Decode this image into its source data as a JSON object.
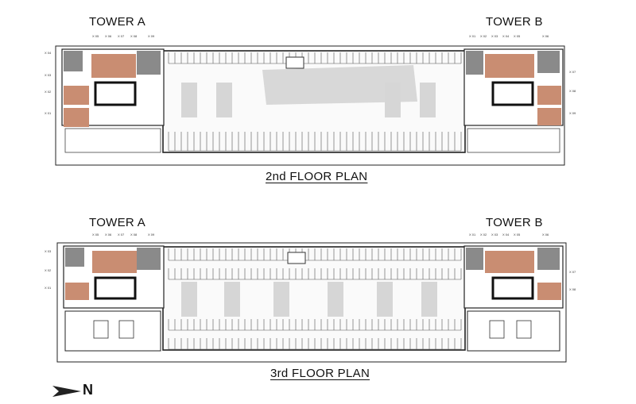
{
  "floor2": {
    "title": "2nd FLOOR PLAN",
    "tower_a": "TOWER A",
    "tower_b": "TOWER B",
    "tower_a_top_units": [
      "X 05",
      "X 06",
      "X 07",
      "X 08",
      "X 09"
    ],
    "tower_a_side_units": [
      "X 04",
      "X 03",
      "X 02",
      "X 01"
    ],
    "tower_b_top_units": [
      "X 01",
      "X 02",
      "X 03",
      "X 04",
      "X 05",
      "X 06"
    ],
    "tower_b_side_units": [
      "X 07",
      "X 08",
      "X 09"
    ]
  },
  "floor3": {
    "title": "3rd FLOOR PLAN",
    "tower_a": "TOWER A",
    "tower_b": "TOWER B",
    "tower_a_top_units": [
      "X 05",
      "X 06",
      "X 07",
      "X 08",
      "X 09"
    ],
    "tower_a_side_units": [
      "X 03",
      "X 02",
      "X 01"
    ],
    "tower_b_top_units": [
      "X 01",
      "X 02",
      "X 03",
      "X 04",
      "X 05",
      "X 06"
    ],
    "tower_b_side_units": [
      "X 07",
      "X 08"
    ]
  },
  "compass": {
    "label": "N"
  },
  "colors": {
    "unit_fill": "#c98d72",
    "core_fill": "#8a8a8a",
    "outline": "#222222",
    "parking_grey": "#d4d4d4"
  }
}
